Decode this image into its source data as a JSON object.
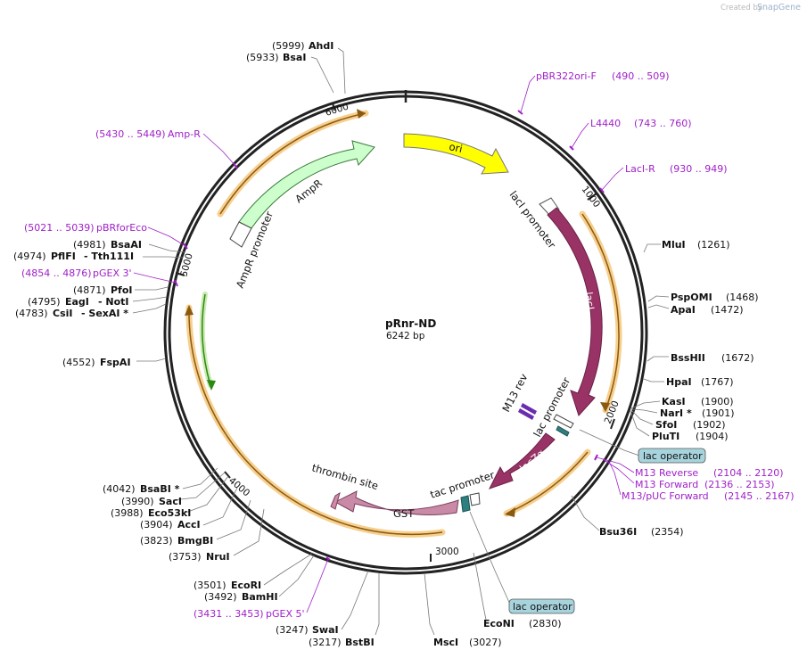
{
  "app": {
    "credit_prefix": "Created by",
    "credit_brand": "SnapGene"
  },
  "plasmid": {
    "name": "pRnr-ND",
    "size": "6242 bp"
  },
  "ticks": [
    "1000",
    "2000",
    "3000",
    "4000",
    "5000",
    "6000"
  ],
  "features": {
    "ori": "ori",
    "lacI_promoter": "lacI promoter",
    "lacI": "lacI",
    "m13rev": "M13 rev",
    "lac_promoter": "lac promoter",
    "lacZa": "lacZα",
    "tac_promoter": "tac promoter",
    "gst": "GST",
    "thrombin": "thrombin site",
    "ampr": "AmpR",
    "ampr_promoter": "AmpR promoter"
  },
  "sites_left": [
    {
      "pos": "(5999)",
      "name": "AhdI"
    },
    {
      "pos": "(5933)",
      "name": "BsaI"
    },
    {
      "pos": "(4981)",
      "name": "BsaAI"
    },
    {
      "pos": "(4974)",
      "name": "PflFI",
      "name2": "- Tth111I"
    },
    {
      "pos": "(4871)",
      "name": "PfoI"
    },
    {
      "pos": "(4795)",
      "name": "EagI",
      "name2": "- NotI"
    },
    {
      "pos": "(4783)",
      "name": "CsiI",
      "name2": "- SexAI *"
    },
    {
      "pos": "(4552)",
      "name": "FspAI"
    },
    {
      "pos": "(4042)",
      "name": "BsaBI *"
    },
    {
      "pos": "(3990)",
      "name": "SacI"
    },
    {
      "pos": "(3988)",
      "name": "Eco53kI"
    },
    {
      "pos": "(3904)",
      "name": "AccI"
    },
    {
      "pos": "(3823)",
      "name": "BmgBI"
    },
    {
      "pos": "(3753)",
      "name": "NruI"
    },
    {
      "pos": "(3501)",
      "name": "EcoRI"
    },
    {
      "pos": "(3492)",
      "name": "BamHI"
    },
    {
      "pos": "(3247)",
      "name": "SwaI"
    },
    {
      "pos": "(3217)",
      "name": "BstBI"
    },
    {
      "pos": "(3027)",
      "name": "MscI"
    }
  ],
  "sites_right": [
    {
      "name": "MluI",
      "pos": "(1261)"
    },
    {
      "name": "PspOMI",
      "pos": "(1468)"
    },
    {
      "name": "ApaI",
      "pos": "(1472)"
    },
    {
      "name": "BssHII",
      "pos": "(1672)"
    },
    {
      "name": "HpaI",
      "pos": "(1767)"
    },
    {
      "name": "KasI",
      "pos": "(1900)"
    },
    {
      "name": "NarI *",
      "pos": "(1901)"
    },
    {
      "name": "SfoI",
      "pos": "(1902)"
    },
    {
      "name": "PluTI",
      "pos": "(1904)"
    },
    {
      "name": "Bsu36I",
      "pos": "(2354)"
    },
    {
      "name": "EcoNI",
      "pos": "(2830)"
    }
  ],
  "primers": [
    {
      "name": "pBR322ori-F",
      "range": "(490 .. 509)"
    },
    {
      "name": "L4440",
      "range": "(743 .. 760)"
    },
    {
      "name": "LacI-R",
      "range": "(930 .. 949)"
    },
    {
      "name": "M13 Reverse",
      "range": "(2104 .. 2120)"
    },
    {
      "name": "M13 Forward",
      "range": "(2136 .. 2153)"
    },
    {
      "name": "M13/pUC Forward",
      "range": "(2145 .. 2167)"
    },
    {
      "name": "pGEX 5'",
      "range": "(3431 .. 3453)"
    },
    {
      "name": "pGEX 3'",
      "range": "(4854 .. 4876)"
    },
    {
      "name": "pBRforEco",
      "range": "(5021 .. 5039)"
    },
    {
      "name": "Amp-R",
      "range": "(5430 .. 5449)"
    }
  ],
  "boxes": {
    "lac_operator_1": "lac operator",
    "lac_operator_2": "lac operator"
  },
  "colors": {
    "backbone": "#222222",
    "ori": "#ffff00",
    "lacI": "#993366",
    "gst": "#c98aa8",
    "ampr": "#ccffcc",
    "orf_line": "#f0a030",
    "primer": "#a020c8",
    "operator_box": "#a7d3dd",
    "tac_teal": "#2f7f7f"
  }
}
